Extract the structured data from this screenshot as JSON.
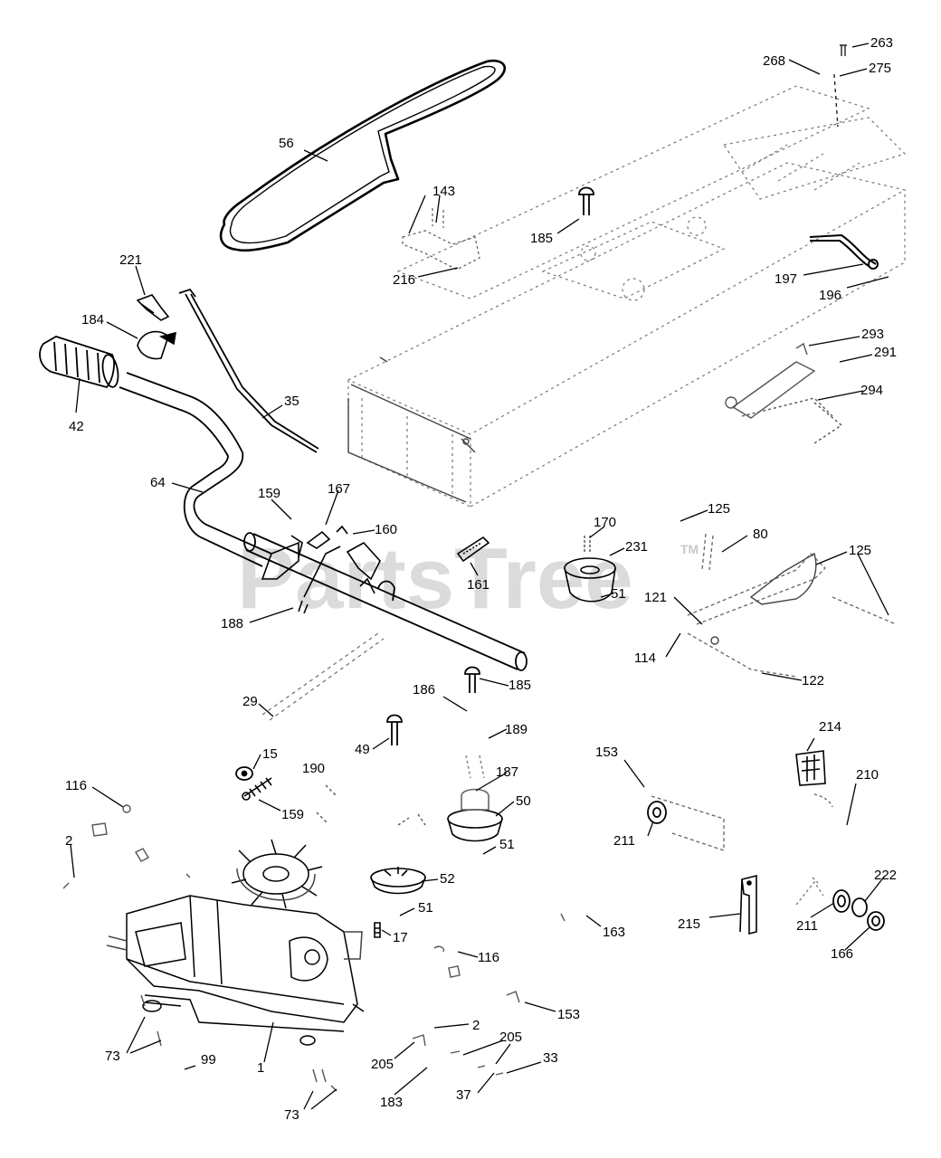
{
  "watermark": {
    "brand": "PartsTree",
    "trademark": "TM"
  },
  "callouts": [
    {
      "id": "c263a",
      "label": "263"
    },
    {
      "id": "c268a",
      "label": "268"
    },
    {
      "id": "c275a",
      "label": "275"
    },
    {
      "id": "c56a",
      "label": "56"
    },
    {
      "id": "c143a",
      "label": "143"
    },
    {
      "id": "c185a",
      "label": "185"
    },
    {
      "id": "c216a",
      "label": "216"
    },
    {
      "id": "c197a",
      "label": "197"
    },
    {
      "id": "c196a",
      "label": "196"
    },
    {
      "id": "c221a",
      "label": "221"
    },
    {
      "id": "c184a",
      "label": "184"
    },
    {
      "id": "c42a",
      "label": "42"
    },
    {
      "id": "c35a",
      "label": "35"
    },
    {
      "id": "c293a",
      "label": "293"
    },
    {
      "id": "c291a",
      "label": "291"
    },
    {
      "id": "c294a",
      "label": "294"
    },
    {
      "id": "c64a",
      "label": "64"
    },
    {
      "id": "c159a",
      "label": "159"
    },
    {
      "id": "c167a",
      "label": "167"
    },
    {
      "id": "c160a",
      "label": "160"
    },
    {
      "id": "c125a",
      "label": "125"
    },
    {
      "id": "c170a",
      "label": "170"
    },
    {
      "id": "c80a",
      "label": "80"
    },
    {
      "id": "c125b",
      "label": "125"
    },
    {
      "id": "c231a",
      "label": "231"
    },
    {
      "id": "c161a",
      "label": "161"
    },
    {
      "id": "c51a",
      "label": "51"
    },
    {
      "id": "c121a",
      "label": "121"
    },
    {
      "id": "c188a",
      "label": "188"
    },
    {
      "id": "c114a",
      "label": "114"
    },
    {
      "id": "c122a",
      "label": "122"
    },
    {
      "id": "c185b",
      "label": "185"
    },
    {
      "id": "c186a",
      "label": "186"
    },
    {
      "id": "c29a",
      "label": "29"
    },
    {
      "id": "c189a",
      "label": "189"
    },
    {
      "id": "c49a",
      "label": "49"
    },
    {
      "id": "c15a",
      "label": "15"
    },
    {
      "id": "c153a",
      "label": "153"
    },
    {
      "id": "c214a",
      "label": "214"
    },
    {
      "id": "c190a",
      "label": "190"
    },
    {
      "id": "c187a",
      "label": "187"
    },
    {
      "id": "c210a",
      "label": "210"
    },
    {
      "id": "c116a",
      "label": "116"
    },
    {
      "id": "c50a",
      "label": "50"
    },
    {
      "id": "c159b",
      "label": "159"
    },
    {
      "id": "c211a",
      "label": "211"
    },
    {
      "id": "c2a",
      "label": "2"
    },
    {
      "id": "c51b",
      "label": "51"
    },
    {
      "id": "c52a",
      "label": "52"
    },
    {
      "id": "c222a",
      "label": "222"
    },
    {
      "id": "c51c",
      "label": "51"
    },
    {
      "id": "c163a",
      "label": "163"
    },
    {
      "id": "c215a",
      "label": "215"
    },
    {
      "id": "c211b",
      "label": "211"
    },
    {
      "id": "c17a",
      "label": "17"
    },
    {
      "id": "c166a",
      "label": "166"
    },
    {
      "id": "c116b",
      "label": "116"
    },
    {
      "id": "c153b",
      "label": "153"
    },
    {
      "id": "c2b",
      "label": "2"
    },
    {
      "id": "c205a",
      "label": "205"
    },
    {
      "id": "c33a",
      "label": "33"
    },
    {
      "id": "c73a",
      "label": "73"
    },
    {
      "id": "c99a",
      "label": "99"
    },
    {
      "id": "c1a",
      "label": "1"
    },
    {
      "id": "c205b",
      "label": "205"
    },
    {
      "id": "c37a",
      "label": "37"
    },
    {
      "id": "c183a",
      "label": "183"
    },
    {
      "id": "c73b",
      "label": "73"
    }
  ]
}
